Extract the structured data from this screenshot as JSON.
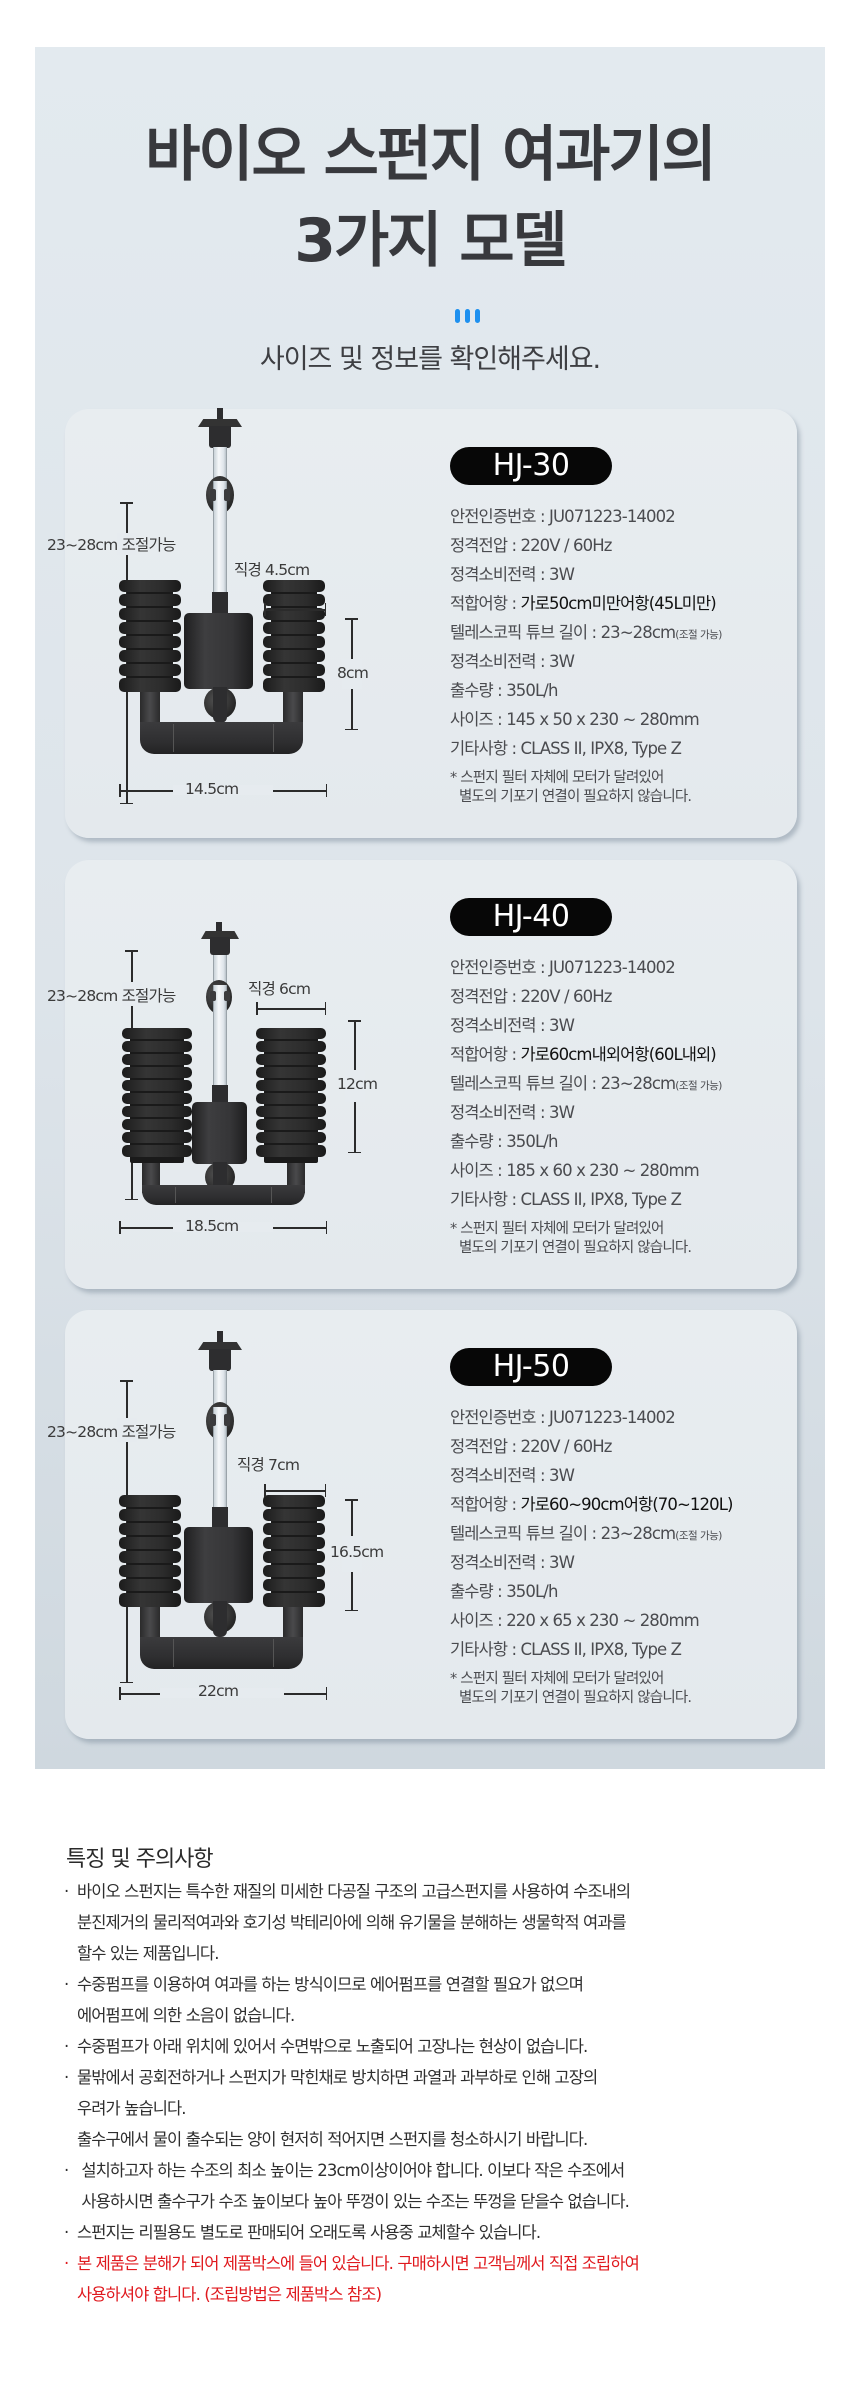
{
  "header": {
    "title_line1": "바이오 스펀지 여과기의",
    "title_line2": "3가지 모델",
    "accent_mark": "three-bars",
    "accent_color": "#1e90ef",
    "subtitle": "사이즈 및 정보를 확인해주세요."
  },
  "models": [
    {
      "name": "HJ-30",
      "graphic": {
        "height_label": "23~28cm 조절가능",
        "diameter_label": "직경 4.5cm",
        "sponge_height_label": "8cm",
        "width_label": "14.5cm"
      },
      "specs": [
        {
          "label": "안전인증번호 : ",
          "value": "JU071223-14002"
        },
        {
          "label": "정격전압 : ",
          "value": "220V / 60Hz"
        },
        {
          "label": "정격소비전력 : ",
          "value": "3W"
        },
        {
          "label": "적합어항 : ",
          "value": "가로50cm미만어항(45L미만)",
          "strong": true
        },
        {
          "label": "텔레스코픽 튜브 길이 : ",
          "value": "23~28cm",
          "suffix": "(조절 가능)"
        },
        {
          "label": "정격소비전력 : ",
          "value": "3W"
        },
        {
          "label": "출수량 : ",
          "value": "350L/h"
        },
        {
          "label": "사이즈 : ",
          "value": "145 x 50 x 230 ~ 280mm"
        },
        {
          "label": "기타사항 : ",
          "value": "CLASS II, IPX8, Type Z"
        }
      ],
      "note_line1": "* 스펀지 필터 자체에 모터가 달려있어",
      "note_line2": "별도의 기포기 연결이 필요하지 않습니다."
    },
    {
      "name": "HJ-40",
      "graphic": {
        "height_label": "23~28cm 조절가능",
        "diameter_label": "직경 6cm",
        "sponge_height_label": "12cm",
        "width_label": "18.5cm"
      },
      "specs": [
        {
          "label": "안전인증번호 : ",
          "value": "JU071223-14002"
        },
        {
          "label": "정격전압 : ",
          "value": "220V / 60Hz"
        },
        {
          "label": "정격소비전력 : ",
          "value": "3W"
        },
        {
          "label": "적합어항 : ",
          "value": "가로60cm내외어항(60L내외)",
          "strong": true
        },
        {
          "label": "텔레스코픽 튜브 길이 : ",
          "value": "23~28cm",
          "suffix": "(조절 가능)"
        },
        {
          "label": "정격소비전력 : ",
          "value": "3W"
        },
        {
          "label": "출수량 : ",
          "value": "350L/h"
        },
        {
          "label": "사이즈 : ",
          "value": "185 x 60 x 230 ~ 280mm"
        },
        {
          "label": "기타사항 : ",
          "value": "CLASS II, IPX8, Type Z"
        }
      ],
      "note_line1": "* 스펀지 필터 자체에 모터가 달려있어",
      "note_line2": "별도의 기포기 연결이 필요하지 않습니다."
    },
    {
      "name": "HJ-50",
      "graphic": {
        "height_label": "23~28cm 조절가능",
        "diameter_label": "직경 7cm",
        "sponge_height_label": "16.5cm",
        "width_label": "22cm"
      },
      "specs": [
        {
          "label": "안전인증번호 : ",
          "value": "JU071223-14002"
        },
        {
          "label": "정격전압 : ",
          "value": "220V / 60Hz"
        },
        {
          "label": "정격소비전력 : ",
          "value": "3W"
        },
        {
          "label": "적합어항 : ",
          "value": "가로60~90cm어항(70~120L)",
          "strong": true
        },
        {
          "label": "텔레스코픽 튜브 길이 : ",
          "value": "23~28cm",
          "suffix": "(조절 가능)"
        },
        {
          "label": "정격소비전력 : ",
          "value": "3W"
        },
        {
          "label": "출수량 : ",
          "value": "350L/h"
        },
        {
          "label": "사이즈 : ",
          "value": "220 x 65 x 230 ~ 280mm"
        },
        {
          "label": "기타사항 : ",
          "value": "CLASS II, IPX8, Type Z"
        }
      ],
      "note_line1": "* 스펀지 필터 자체에 모터가 달려있어",
      "note_line2": "별도의 기포기 연결이 필요하지 않습니다."
    }
  ],
  "notes": {
    "title": "특징 및 주의사항",
    "bullet": "·",
    "warning_color": "#e0191e",
    "items": [
      {
        "lines": [
          "바이오 스펀지는 특수한 재질의 미세한 다공질 구조의 고급스펀지를 사용하여 수조내의",
          "분진제거의 물리적여과와 호기성 박테리아에 의해 유기물을 분해하는 생물학적 여과를",
          "할수 있는 제품입니다."
        ]
      },
      {
        "lines": [
          "수중펌프를 이용하여 여과를 하는 방식이므로 에어펌프를 연결할 필요가 없으며",
          "에어펌프에 의한 소음이 없습니다."
        ]
      },
      {
        "lines": [
          "수중펌프가 아래 위치에 있어서 수면밖으로 노출되어 고장나는 현상이 없습니다."
        ]
      },
      {
        "lines": [
          "물밖에서 공회전하거나 스펀지가 막힌채로 방치하면 과열과 과부하로 인해 고장의",
          "우려가 높습니다.",
          "출수구에서 물이 출수되는 양이 현저히 적어지면 스펀지를 청소하시기 바랍니다."
        ]
      },
      {
        "lines": [
          " 설치하고자 하는 수조의 최소 높이는 23cm이상이어야 합니다. 이보다 작은 수조에서",
          " 사용하시면 출수구가 수조 높이보다 높아 뚜껑이 있는 수조는 뚜껑을 닫을수 없습니다."
        ]
      },
      {
        "lines": [
          "스펀지는 리필용도 별도로 판매되어 오래도록 사용중 교체할수 있습니다."
        ]
      },
      {
        "lines": [
          "본 제품은 분해가 되어 제품박스에 들어 있습니다. 구매하시면 고객님께서 직접 조립하여",
          "사용하셔야 합니다. (조립방법은 제품박스 참조)"
        ],
        "warning": true
      }
    ]
  }
}
